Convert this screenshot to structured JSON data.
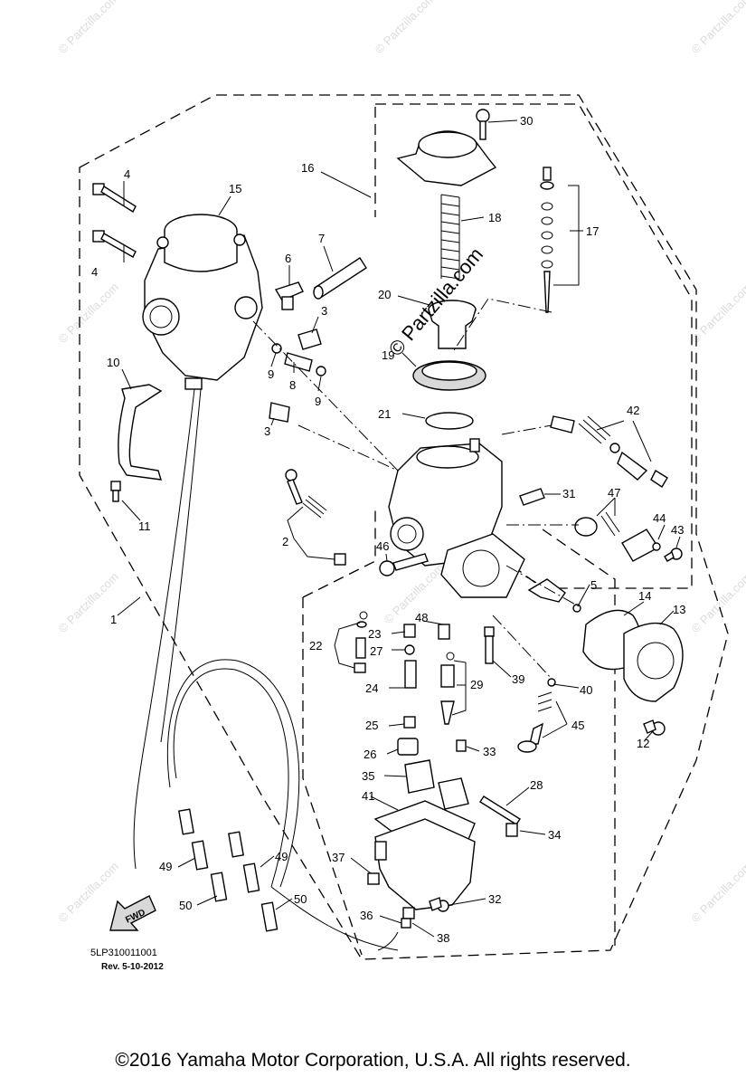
{
  "diagram": {
    "part_code": "5LP310011001",
    "revision": "Rev.  5-10-2012",
    "fwd_label": "FWD",
    "watermark_main": "© Partzilla.com",
    "watermark_small": "© Partzilla.com",
    "callouts": [
      {
        "id": "c30",
        "label": "30"
      },
      {
        "id": "c16",
        "label": "16"
      },
      {
        "id": "c4a",
        "label": "4"
      },
      {
        "id": "c15",
        "label": "15"
      },
      {
        "id": "c18",
        "label": "18"
      },
      {
        "id": "c17",
        "label": "17"
      },
      {
        "id": "c4b",
        "label": "4"
      },
      {
        "id": "c6",
        "label": "6"
      },
      {
        "id": "c7",
        "label": "7"
      },
      {
        "id": "c20",
        "label": "20"
      },
      {
        "id": "c3a",
        "label": "3"
      },
      {
        "id": "c19",
        "label": "19"
      },
      {
        "id": "c9a",
        "label": "9"
      },
      {
        "id": "c8",
        "label": "8"
      },
      {
        "id": "c9b",
        "label": "9"
      },
      {
        "id": "c10",
        "label": "10"
      },
      {
        "id": "c21",
        "label": "21"
      },
      {
        "id": "c42",
        "label": "42"
      },
      {
        "id": "c3b",
        "label": "3"
      },
      {
        "id": "c31",
        "label": "31"
      },
      {
        "id": "c47",
        "label": "47"
      },
      {
        "id": "c11",
        "label": "11"
      },
      {
        "id": "c44",
        "label": "44"
      },
      {
        "id": "c43",
        "label": "43"
      },
      {
        "id": "c2",
        "label": "2"
      },
      {
        "id": "c46",
        "label": "46"
      },
      {
        "id": "c5",
        "label": "5"
      },
      {
        "id": "c14",
        "label": "14"
      },
      {
        "id": "c13",
        "label": "13"
      },
      {
        "id": "c1",
        "label": "1"
      },
      {
        "id": "c48",
        "label": "48"
      },
      {
        "id": "c23",
        "label": "23"
      },
      {
        "id": "c22",
        "label": "22"
      },
      {
        "id": "c27",
        "label": "27"
      },
      {
        "id": "c39",
        "label": "39"
      },
      {
        "id": "c29",
        "label": "29"
      },
      {
        "id": "c40",
        "label": "40"
      },
      {
        "id": "c24",
        "label": "24"
      },
      {
        "id": "c45",
        "label": "45"
      },
      {
        "id": "c25",
        "label": "25"
      },
      {
        "id": "c12",
        "label": "12"
      },
      {
        "id": "c33",
        "label": "33"
      },
      {
        "id": "c26",
        "label": "26"
      },
      {
        "id": "c35",
        "label": "35"
      },
      {
        "id": "c28",
        "label": "28"
      },
      {
        "id": "c41",
        "label": "41"
      },
      {
        "id": "c34",
        "label": "34"
      },
      {
        "id": "c37",
        "label": "37"
      },
      {
        "id": "c49a",
        "label": "49"
      },
      {
        "id": "c49b",
        "label": "49"
      },
      {
        "id": "c50a",
        "label": "50"
      },
      {
        "id": "c50b",
        "label": "50"
      },
      {
        "id": "c32",
        "label": "32"
      },
      {
        "id": "c36",
        "label": "36"
      },
      {
        "id": "c38",
        "label": "38"
      }
    ]
  },
  "footer": {
    "copyright": "©2016  Yamaha Motor Corporation, U.S.A. All rights reserved."
  }
}
